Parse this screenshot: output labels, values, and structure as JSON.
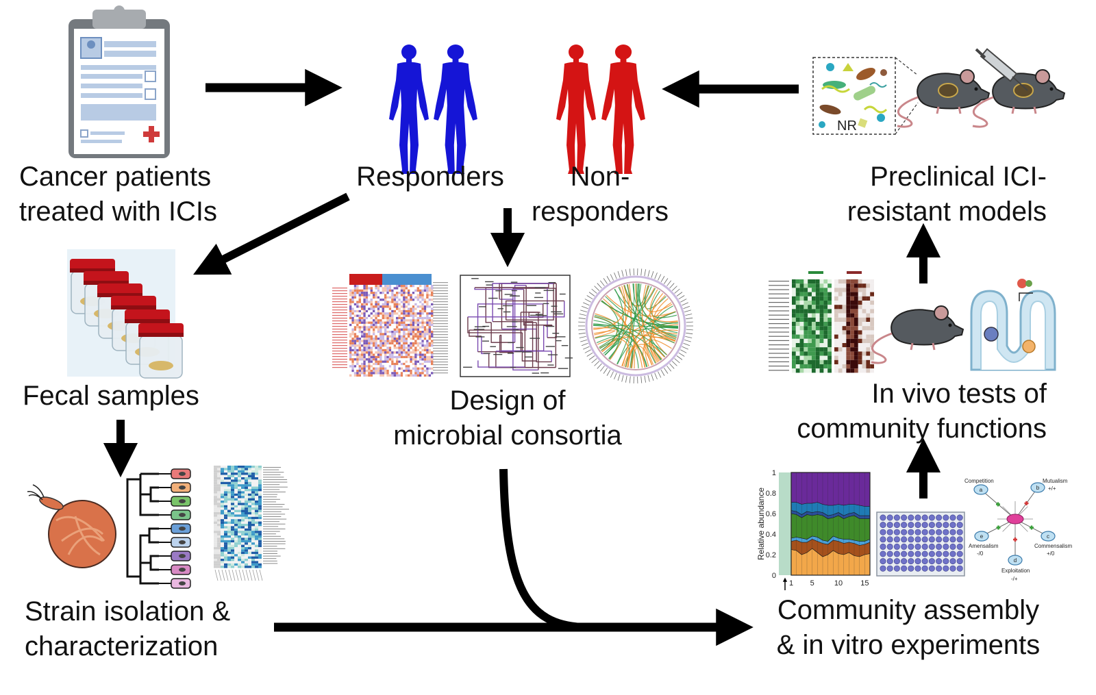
{
  "labels": {
    "patients": [
      "Cancer patients",
      "treated with ICIs"
    ],
    "responders": "Responders",
    "non_responders": [
      "Non-",
      "responders"
    ],
    "preclinical": [
      "Preclinical ICI-",
      "resistant models"
    ],
    "fecal": "Fecal samples",
    "design": [
      "Design of",
      "microbial consortia"
    ],
    "in_vivo": [
      "In vivo tests of",
      "community functions"
    ],
    "strain": [
      "Strain isolation &",
      "characterization"
    ],
    "community": [
      "Community assembly",
      "& in vitro experiments"
    ]
  },
  "preclinical_inset": {
    "tag": "NR"
  },
  "interactions": {
    "competition": "Competition",
    "competition_sign": "-/-",
    "mutualism": "Mutualism",
    "mutualism_sign": "+/+",
    "amensalism": "Amensalism",
    "amensalism_sign": "-/0",
    "commensalism": "Commensalism",
    "commensalism_sign": "+/0",
    "exploitation": "Exploitation",
    "exploitation_sign": "-/+",
    "nodes": [
      "a",
      "b",
      "c",
      "d",
      "e"
    ]
  },
  "colors": {
    "responder": "#1515d6",
    "non_responder": "#d41414",
    "arrow": "#000000"
  },
  "chart_data": {
    "type": "area",
    "ylabel": "Relative abundance",
    "ylim": [
      0,
      1
    ],
    "yticks": [
      "0",
      "0.2",
      "0.4",
      "0.6",
      "0.8",
      "1"
    ],
    "xticks": [
      "1",
      "5",
      "10",
      "15"
    ],
    "x": [
      1,
      2,
      3,
      4,
      5,
      6,
      7,
      8,
      9,
      10,
      11,
      12,
      13,
      14,
      15,
      16
    ],
    "series": [
      {
        "values": [
          0.25,
          0.24,
          0.2,
          0.22,
          0.26,
          0.22,
          0.18,
          0.2,
          0.24,
          0.21,
          0.2,
          0.22,
          0.19,
          0.18,
          0.2,
          0.21
        ],
        "color": "#f2a74a"
      },
      {
        "values": [
          0.08,
          0.1,
          0.12,
          0.1,
          0.09,
          0.11,
          0.13,
          0.1,
          0.1,
          0.12,
          0.11,
          0.1,
          0.12,
          0.11,
          0.1,
          0.11
        ],
        "color": "#a5511c"
      },
      {
        "values": [
          0.03,
          0.03,
          0.04,
          0.03,
          0.03,
          0.04,
          0.03,
          0.03,
          0.04,
          0.03,
          0.04,
          0.03,
          0.03,
          0.04,
          0.03,
          0.03
        ],
        "color": "#4aa0d8"
      },
      {
        "values": [
          0.24,
          0.22,
          0.2,
          0.24,
          0.2,
          0.22,
          0.24,
          0.22,
          0.18,
          0.22,
          0.2,
          0.22,
          0.24,
          0.22,
          0.22,
          0.2
        ],
        "color": "#3f8a2a"
      },
      {
        "values": [
          0.03,
          0.03,
          0.03,
          0.03,
          0.03,
          0.03,
          0.03,
          0.03,
          0.03,
          0.03,
          0.03,
          0.03,
          0.03,
          0.03,
          0.03,
          0.03
        ],
        "color": "#2a4f9a"
      },
      {
        "values": [
          0.08,
          0.09,
          0.1,
          0.08,
          0.09,
          0.09,
          0.08,
          0.1,
          0.09,
          0.08,
          0.1,
          0.09,
          0.08,
          0.1,
          0.09,
          0.09
        ],
        "color": "#1f7bb5"
      },
      {
        "values": [
          0.29,
          0.29,
          0.31,
          0.3,
          0.3,
          0.29,
          0.31,
          0.32,
          0.32,
          0.31,
          0.32,
          0.31,
          0.31,
          0.32,
          0.33,
          0.35
        ],
        "color": "#6a2a9a"
      }
    ]
  }
}
